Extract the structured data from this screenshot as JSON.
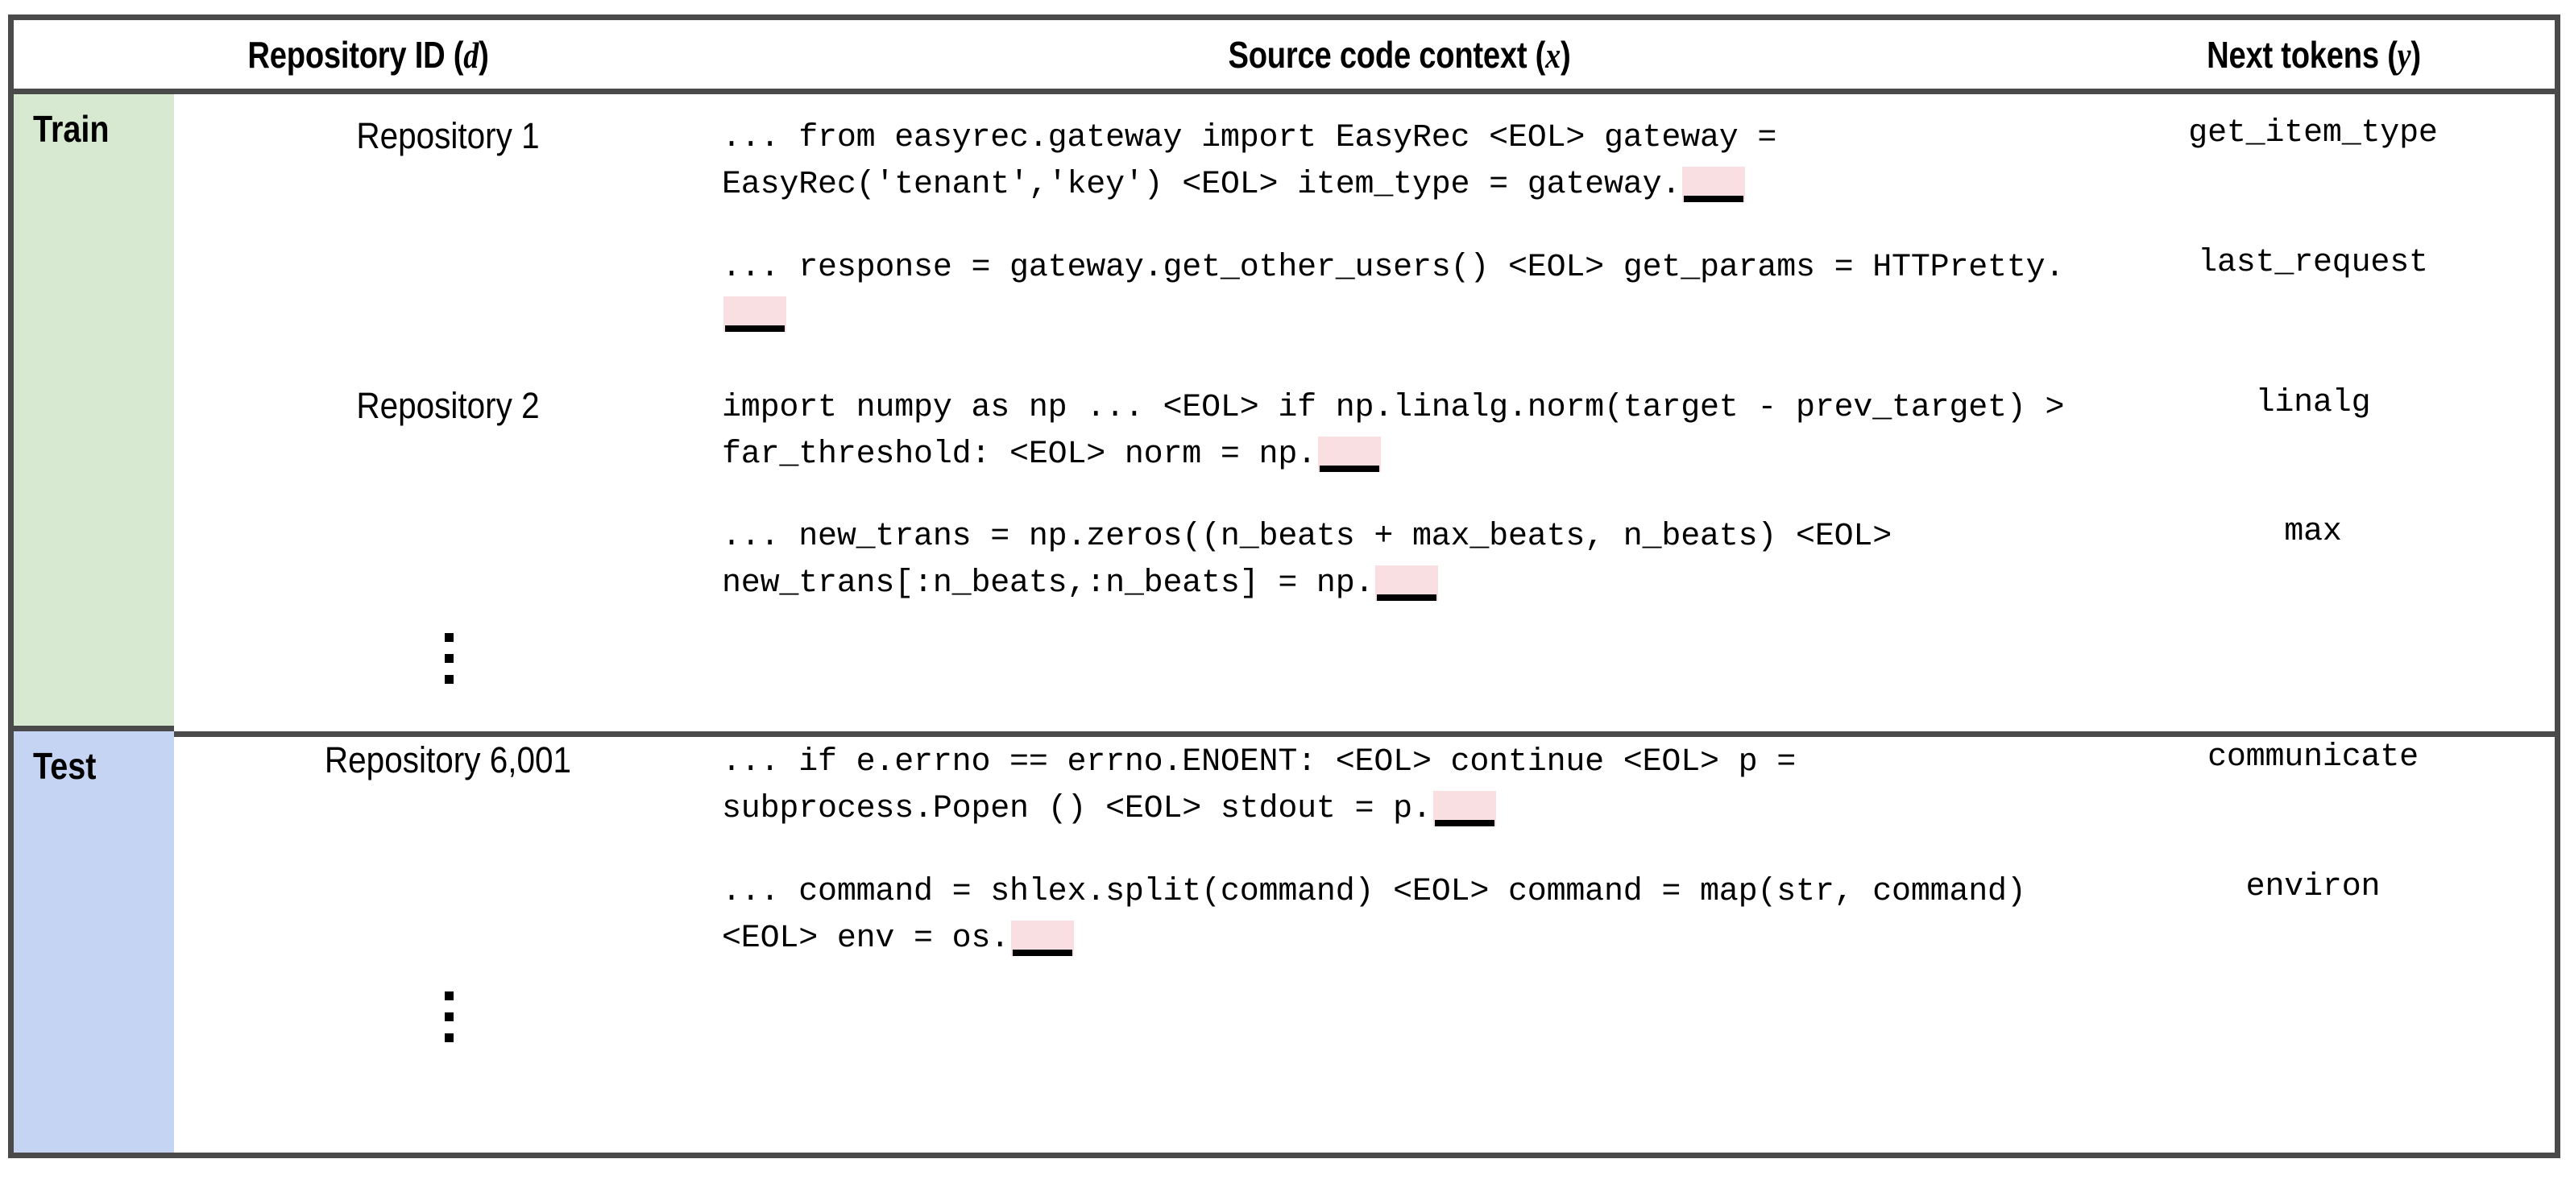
{
  "table": {
    "headers": {
      "repo": "Repository ID (",
      "repo_var": "d",
      "repo_end": ")",
      "source": "Source code context (",
      "source_var": "x",
      "source_end": ")",
      "next": "Next tokens (",
      "next_var": "y",
      "next_end": ")"
    },
    "colors": {
      "train_band": "#d8e9d1",
      "test_band": "#c5d4f2",
      "blank_highlight": "#f9dfe1",
      "border": "#4a4a4a"
    },
    "sections": [
      {
        "label": "Train",
        "rows": [
          {
            "repo": "Repository 1",
            "source_before": "... from easyrec.gateway import EasyRec <EOL> gateway = EasyRec('tenant','key') <EOL> item_type = gateway.",
            "next": "get_item_type"
          },
          {
            "repo": "",
            "source_before": "... response = gateway.get_other_users() <EOL> get_params = HTTPretty.",
            "next": "last_request"
          },
          {
            "repo": "Repository 2",
            "source_before": "import numpy as np ... <EOL> if np.linalg.norm(target - prev_target) > far_threshold: <EOL> norm = np.",
            "next": "linalg"
          },
          {
            "repo": "",
            "source_before": "... new_trans = np.zeros((n_beats + max_beats, n_beats) <EOL> new_trans[:n_beats,:n_beats] = np.",
            "next": "max"
          }
        ],
        "ellipsis": "⋮"
      },
      {
        "label": "Test",
        "rows": [
          {
            "repo": "Repository 6,001",
            "source_before": "... if e.errno == errno.ENOENT: <EOL> continue <EOL> p = subprocess.Popen () <EOL> stdout = p.",
            "next": "communicate"
          },
          {
            "repo": "",
            "source_before": "... command = shlex.split(command) <EOL> command = map(str, command) <EOL> env = os.",
            "next": "environ"
          }
        ],
        "ellipsis": "⋮"
      }
    ]
  }
}
